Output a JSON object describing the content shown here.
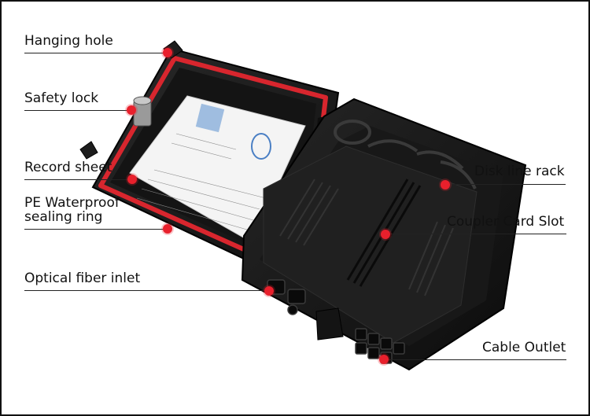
{
  "labels": {
    "hanging_hole": "Hanging hole",
    "safety_lock": "Safety lock",
    "record_sheet": "Record sheet",
    "pe_waterproof": "PE Waterproof\nsealing ring",
    "optical_fiber_inlet": "Optical fiber inlet",
    "disk_line_rack": "Disk line rack",
    "coupler_card_slot": "Coupler Card Slot",
    "cable_outlet": "Cable Outlet"
  },
  "colors": {
    "marker": "#e8202c",
    "box_body": "#1a1a1a",
    "seal": "#d8262e"
  }
}
